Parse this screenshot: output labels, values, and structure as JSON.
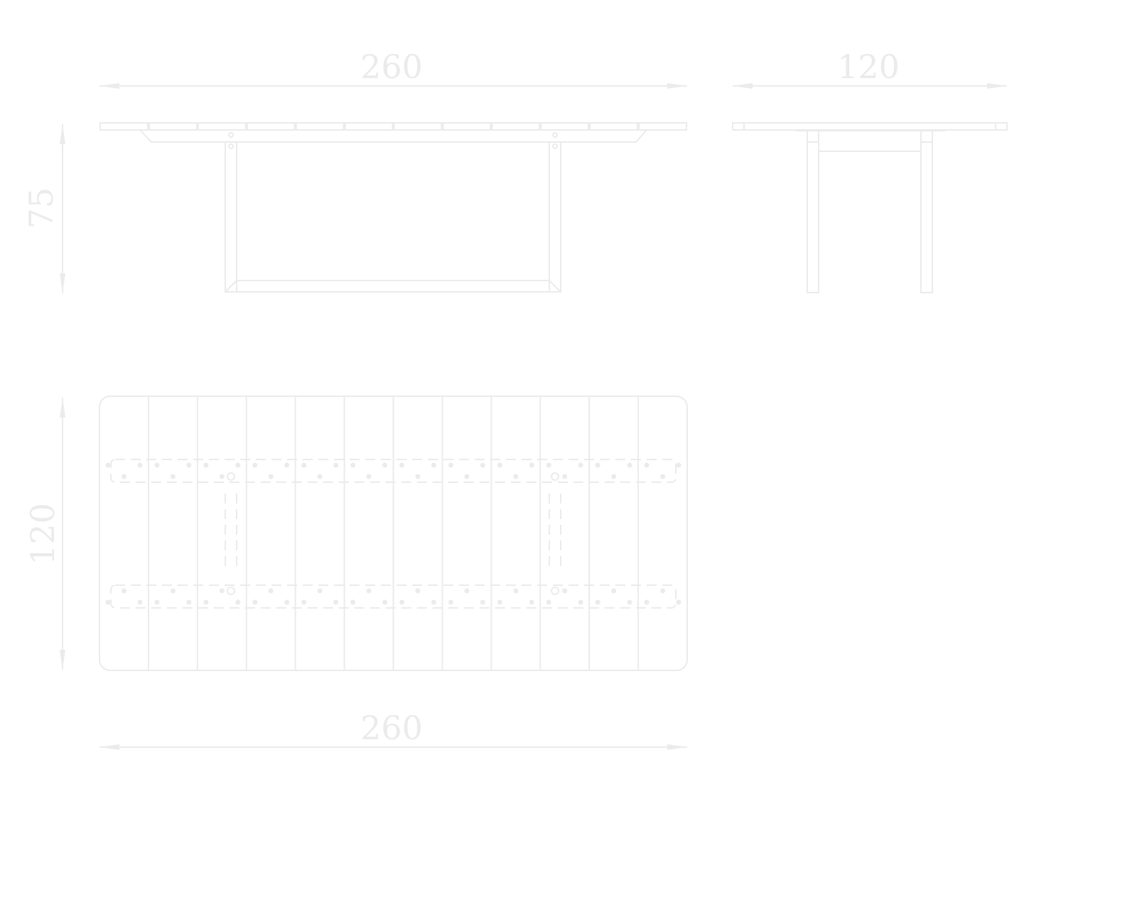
{
  "drawing": {
    "line_color": "#ebebeb",
    "front_view": {
      "width_label": "260",
      "height_label": "75"
    },
    "side_view": {
      "depth_label": "120"
    },
    "plan_view": {
      "depth_label": "120",
      "width_label": "260"
    },
    "plank_count": 12
  }
}
